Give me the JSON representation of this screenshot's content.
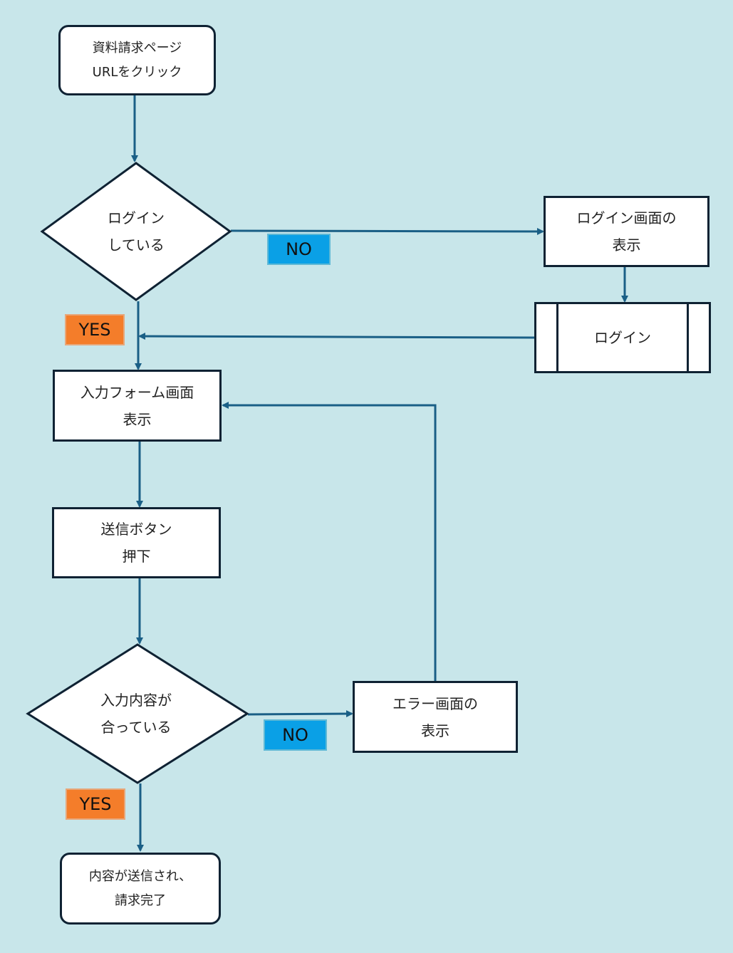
{
  "nodes": {
    "start": [
      "資料請求ページ",
      "URLをクリック"
    ],
    "login_check": [
      "ログイン",
      "している"
    ],
    "login_screen": [
      "ログイン画面の",
      "表示"
    ],
    "login": [
      "ログイン"
    ],
    "form_screen": [
      "入力フォーム画面",
      "表示"
    ],
    "submit": [
      "送信ボタン",
      "押下"
    ],
    "input_check": [
      "入力内容が",
      "合っている"
    ],
    "error_screen": [
      "エラー画面の",
      "表示"
    ],
    "end": [
      "内容が送信され、",
      "請求完了"
    ]
  },
  "labels": {
    "no_login": "NO",
    "yes_login": "YES",
    "no_input": "NO",
    "yes_input": "YES"
  },
  "colors": {
    "background": "#c8e6ea",
    "line": "#1a5f86",
    "box_border": "#0f2233",
    "no_tag": "#0aa0e6",
    "yes_tag": "#f47d2a"
  }
}
